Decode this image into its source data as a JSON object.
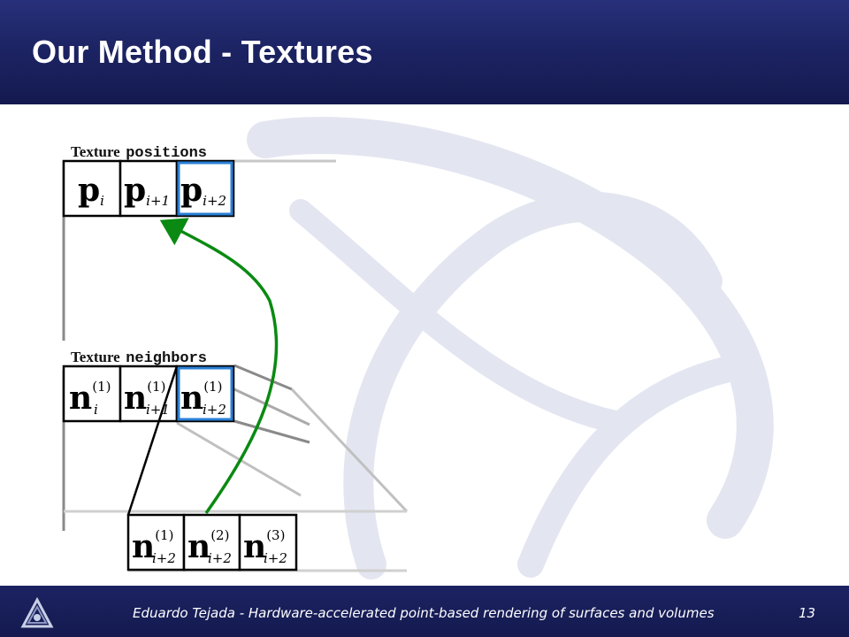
{
  "slide": {
    "title": "Our Method - Textures",
    "footer_text": "Eduardo Tejada - Hardware-accelerated point-based rendering of surfaces and volumes",
    "page_number": "13"
  },
  "diagram": {
    "positions_label": {
      "word": "Texture",
      "name": "positions"
    },
    "neighbors_label": {
      "word": "Texture",
      "name": "neighbors"
    },
    "positions_cells": [
      {
        "base": "p",
        "sub": "i",
        "sup": ""
      },
      {
        "base": "p",
        "sub": "i+1",
        "sup": ""
      },
      {
        "base": "p",
        "sub": "i+2",
        "sup": ""
      }
    ],
    "neighbors_cells": [
      {
        "base": "n",
        "sub": "i",
        "sup": "(1)"
      },
      {
        "base": "n",
        "sub": "i+1",
        "sup": "(1)"
      },
      {
        "base": "n",
        "sub": "i+2",
        "sup": "(1)"
      }
    ],
    "expanded_cells": [
      {
        "base": "n",
        "sub": "i+2",
        "sup": "(1)"
      },
      {
        "base": "n",
        "sub": "i+2",
        "sup": "(2)"
      },
      {
        "base": "n",
        "sub": "i+2",
        "sup": "(3)"
      }
    ]
  },
  "colors": {
    "header": "#1c2362",
    "arrow": "#0a8a12",
    "highlight": "#2a7fd6"
  }
}
